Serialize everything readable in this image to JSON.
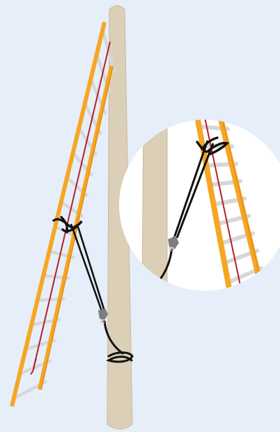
{
  "scene": {
    "background_color": "#e6eef9",
    "pole_color": "#dccfb7",
    "pole_edge_color": "#c9b99b",
    "ladder_rail_color": "#f5a623",
    "ladder_rail_shade_color": "#e08a12",
    "ladder_rung_color": "#d7d7d7",
    "halyard_color": "#b3202a",
    "lashing_rope_color": "#111111",
    "hook_color": "#7d7d7d",
    "inset_background_color": "#ffffff"
  },
  "elements": {
    "pole": "utility-pole",
    "ladder": "extension-ladder",
    "rope": "securing-strap",
    "inset": "magnified-detail"
  }
}
